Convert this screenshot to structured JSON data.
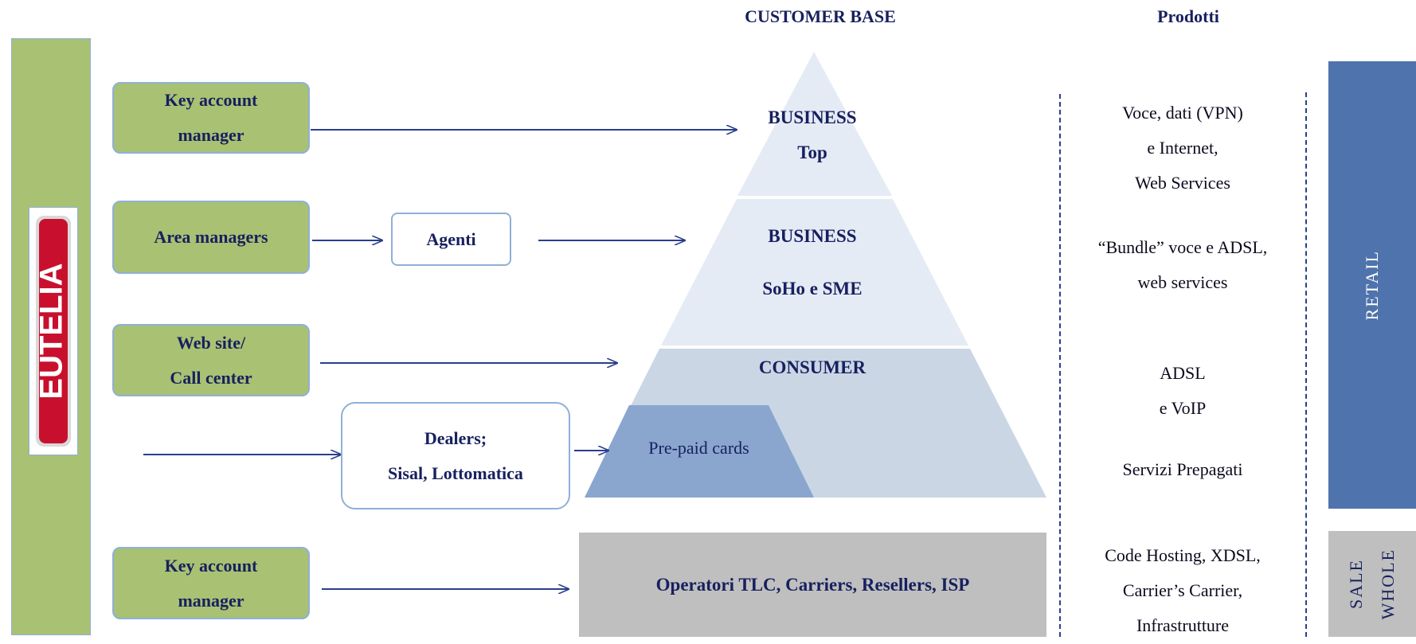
{
  "headings": {
    "customer_base": "CUSTOMER BASE",
    "prodotti": "Prodotti"
  },
  "logo": {
    "text": "EUTELIA"
  },
  "channels": {
    "key_account_top": [
      "Key account",
      "manager"
    ],
    "area_managers": [
      "Area managers"
    ],
    "agenti": [
      "Agenti"
    ],
    "web_site": [
      "Web site/",
      "Call center"
    ],
    "dealers": [
      "Dealers;",
      "Sisal, Lottomatica"
    ],
    "key_account_bottom": [
      "Key account",
      "manager"
    ]
  },
  "segments": {
    "business_top": [
      "BUSINESS",
      "Top"
    ],
    "business_sme": [
      "BUSINESS",
      "SoHo e SME"
    ],
    "consumer": [
      "CONSUMER"
    ],
    "prepaid": "Pre-paid cards",
    "wholesale_operators": "Operatori TLC, Carriers, Resellers, ISP"
  },
  "products": {
    "business_top": [
      "Voce, dati (VPN)",
      "e Internet,",
      "Web Services"
    ],
    "business_sme": [
      "“Bundle” voce e ADSL,",
      "web services"
    ],
    "consumer": [
      "ADSL",
      "e VoIP"
    ],
    "prepaid": [
      "Servizi Prepagati"
    ],
    "wholesale": [
      "Code Hosting, XDSL,",
      "Carrier’s Carrier,",
      "Infrastrutture"
    ]
  },
  "side_labels": {
    "retail": "RETAIL",
    "wholesale": [
      "WHOLE",
      "SALE"
    ]
  },
  "colors": {
    "navy_text": "#17205e",
    "green_box": "#a9c173",
    "box_border": "#8fb0d9",
    "pyramid_top": "#e5ebf5",
    "pyramid_consumer": "#cbd6e5",
    "prepaid": "#8aa6cf",
    "retail_bar": "#4f73ac",
    "wholesale_grey": "#bfbfbf",
    "arrow": "#2a3f8c"
  }
}
